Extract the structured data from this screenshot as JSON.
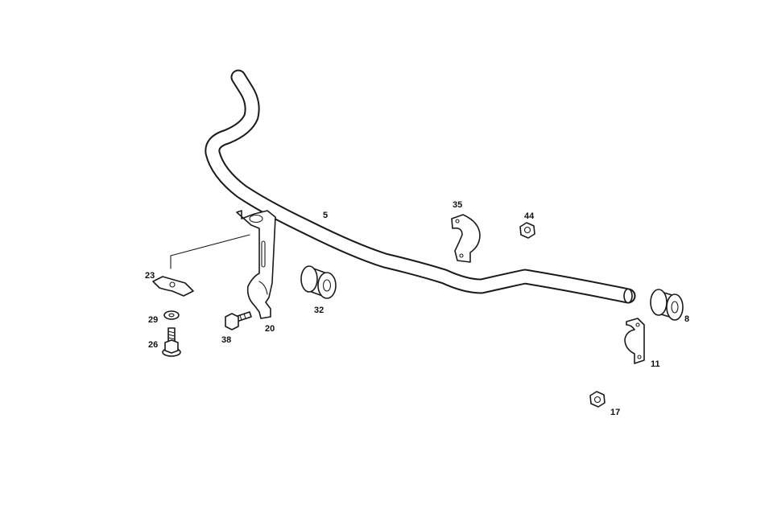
{
  "diagram": {
    "parts": [
      {
        "id": "bar",
        "label": "5"
      },
      {
        "id": "clamp-top",
        "label": "35"
      },
      {
        "id": "nut-top",
        "label": "44"
      },
      {
        "id": "bracket-clip",
        "label": "23"
      },
      {
        "id": "washer",
        "label": "29"
      },
      {
        "id": "flange-bolt",
        "label": "26"
      },
      {
        "id": "hex-bolt",
        "label": "38"
      },
      {
        "id": "mount-bracket",
        "label": "20"
      },
      {
        "id": "bushing-left",
        "label": "32"
      },
      {
        "id": "bushing-right",
        "label": "8"
      },
      {
        "id": "clamp-right",
        "label": "11"
      },
      {
        "id": "nut-bottom",
        "label": "17"
      }
    ]
  }
}
